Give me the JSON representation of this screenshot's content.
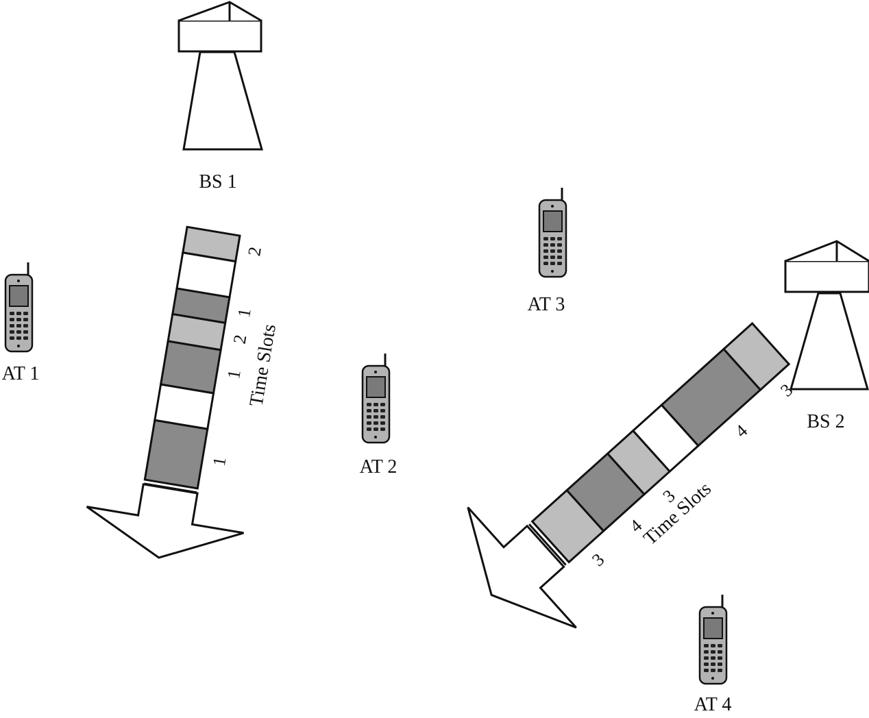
{
  "colors": {
    "slot_dark": "#8a8a8a",
    "slot_light": "#bdbdbd",
    "slot_empty": "#ffffff",
    "phone_body": "#b3b3b3",
    "phone_screen": "#7a7a7a",
    "outline": "#111111"
  },
  "base_stations": [
    {
      "id": "bs1",
      "label": "BS 1"
    },
    {
      "id": "bs2",
      "label": "BS 2"
    }
  ],
  "terminals": [
    {
      "id": "at1",
      "label": "AT 1"
    },
    {
      "id": "at2",
      "label": "AT 2"
    },
    {
      "id": "at3",
      "label": "AT 3"
    },
    {
      "id": "at4",
      "label": "AT 4"
    }
  ],
  "timelines": [
    {
      "id": "bs1-timeline",
      "title": "Time Slots",
      "slots": [
        {
          "fill": "dark",
          "label": "1"
        },
        {
          "fill": "empty",
          "label": ""
        },
        {
          "fill": "dark",
          "label": "1"
        },
        {
          "fill": "light",
          "label": "2"
        },
        {
          "fill": "dark",
          "label": "1"
        },
        {
          "fill": "empty",
          "label": ""
        },
        {
          "fill": "light",
          "label": "2"
        }
      ]
    },
    {
      "id": "bs2-timeline",
      "title": "Time Slots",
      "slots": [
        {
          "fill": "light",
          "label": "3"
        },
        {
          "fill": "dark",
          "label": "4"
        },
        {
          "fill": "light",
          "label": "3"
        },
        {
          "fill": "empty",
          "label": ""
        },
        {
          "fill": "dark",
          "label": "4"
        },
        {
          "fill": "light",
          "label": "3"
        }
      ]
    }
  ]
}
